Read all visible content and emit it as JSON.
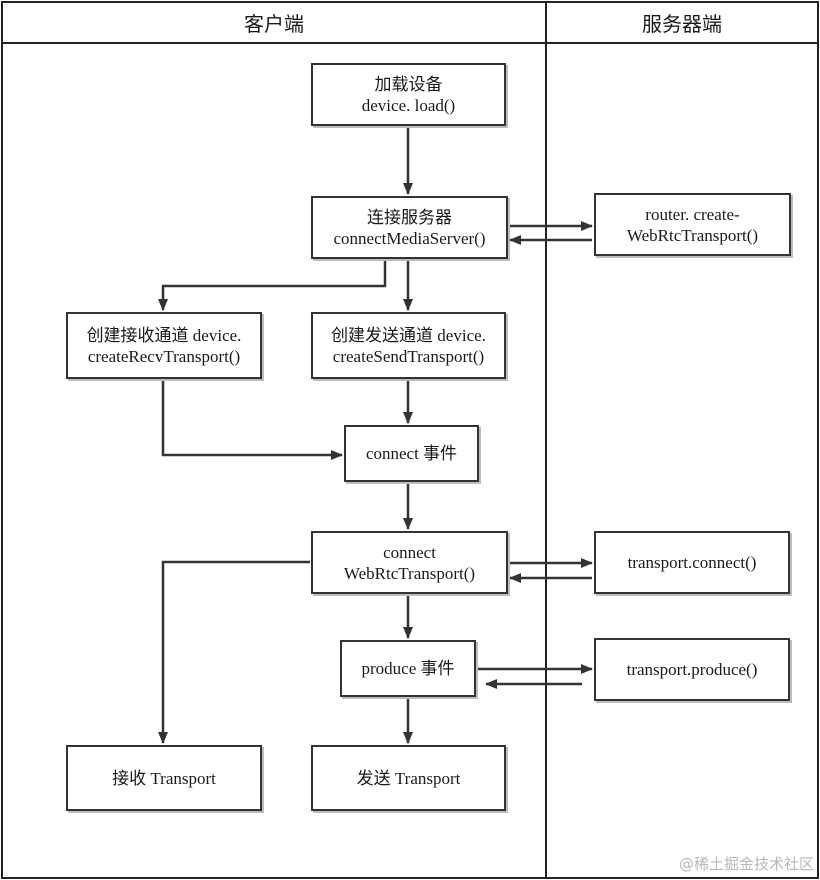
{
  "lanes": {
    "client": "客户端",
    "server": "服务器端"
  },
  "nodes": {
    "load": {
      "line1": "加载设备",
      "line2": "device. load()"
    },
    "connect_server": {
      "line1": "连接服务器",
      "line2": "connectMediaServer()"
    },
    "router_create": {
      "line1": "router. create-",
      "line2": "WebRtcTransport()"
    },
    "recv_transport": {
      "line1": "创建接收通道 device.",
      "line2": "createRecvTransport()"
    },
    "send_transport": {
      "line1": "创建发送通道 device.",
      "line2": "createSendTransport()"
    },
    "connect_event": {
      "line1": "connect 事件"
    },
    "connect_webrtc": {
      "line1": "connect",
      "line2": "WebRtcTransport()"
    },
    "transport_connect": {
      "line1": "transport.connect()"
    },
    "produce_event": {
      "line1": "produce 事件"
    },
    "transport_produce": {
      "line1": "transport.produce()"
    },
    "recv_final": {
      "line1": "接收 Transport"
    },
    "send_final": {
      "line1": "发送 Transport"
    }
  },
  "watermark": "@稀土掘金技术社区"
}
